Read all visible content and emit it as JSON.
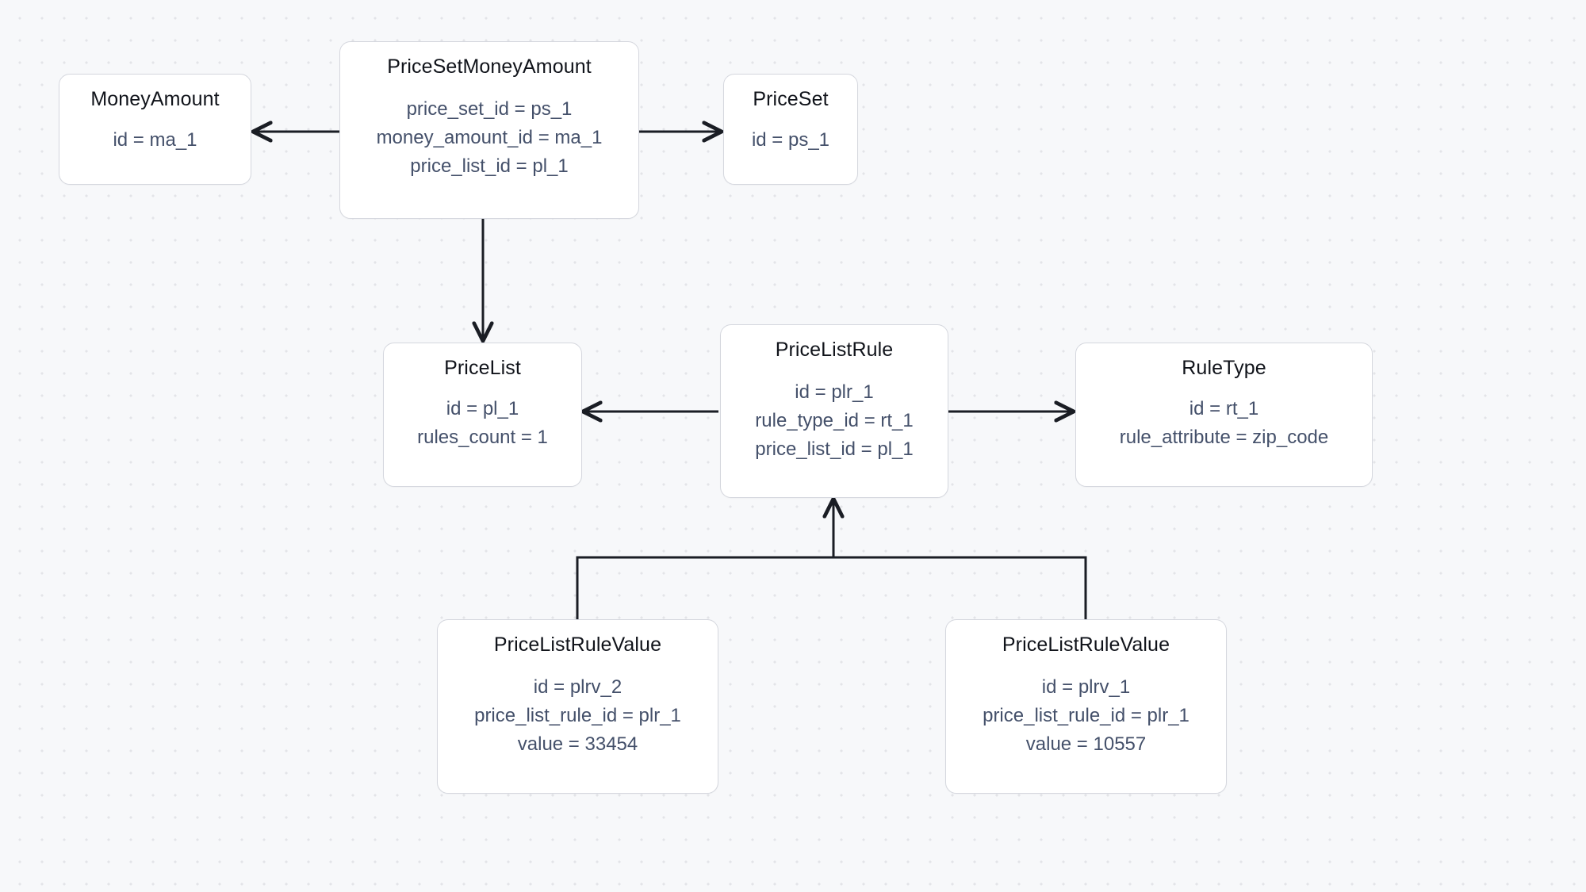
{
  "canvas": {
    "background_color": "#f7f8fa",
    "dot_color": "#e3e4e8",
    "node_fill": "#ffffff",
    "node_border": "#d5d7de",
    "title_color": "#10131a",
    "attr_color": "#44506a",
    "edge_color": "#1a1d24"
  },
  "nodes": [
    {
      "id": "money_amount",
      "title": "MoneyAmount",
      "attrs": [
        "id = ma_1"
      ]
    },
    {
      "id": "price_set_money_amount",
      "title": "PriceSetMoneyAmount",
      "attrs": [
        "price_set_id = ps_1",
        "money_amount_id = ma_1",
        "price_list_id = pl_1"
      ]
    },
    {
      "id": "price_set",
      "title": "PriceSet",
      "attrs": [
        "id = ps_1"
      ]
    },
    {
      "id": "price_list",
      "title": "PriceList",
      "attrs": [
        "id = pl_1",
        "rules_count = 1"
      ]
    },
    {
      "id": "price_list_rule",
      "title": "PriceListRule",
      "attrs": [
        "id = plr_1",
        "rule_type_id = rt_1",
        "price_list_id = pl_1"
      ]
    },
    {
      "id": "rule_type",
      "title": "RuleType",
      "attrs": [
        "id = rt_1",
        "rule_attribute = zip_code"
      ]
    },
    {
      "id": "price_list_rule_value_2",
      "title": "PriceListRuleValue",
      "attrs": [
        "id = plrv_2",
        "price_list_rule_id = plr_1",
        "value = 33454"
      ]
    },
    {
      "id": "price_list_rule_value_1",
      "title": "PriceListRuleValue",
      "attrs": [
        "id = plrv_1",
        "price_list_rule_id = plr_1",
        "value = 10557"
      ]
    }
  ],
  "edges": [
    {
      "id": "psma-to-ma",
      "from": "price_set_money_amount",
      "to": "money_amount",
      "direction": "left"
    },
    {
      "id": "psma-to-ps",
      "from": "price_set_money_amount",
      "to": "price_set",
      "direction": "right"
    },
    {
      "id": "psma-to-pl",
      "from": "price_set_money_amount",
      "to": "price_list",
      "direction": "down"
    },
    {
      "id": "plr-to-pl",
      "from": "price_list_rule",
      "to": "price_list",
      "direction": "left"
    },
    {
      "id": "plr-to-rt",
      "from": "price_list_rule",
      "to": "rule_type",
      "direction": "right"
    },
    {
      "id": "plrv2-to-plr",
      "from": "price_list_rule_value_2",
      "to": "price_list_rule",
      "direction": "up"
    },
    {
      "id": "plrv1-to-plr",
      "from": "price_list_rule_value_1",
      "to": "price_list_rule",
      "direction": "up"
    }
  ]
}
